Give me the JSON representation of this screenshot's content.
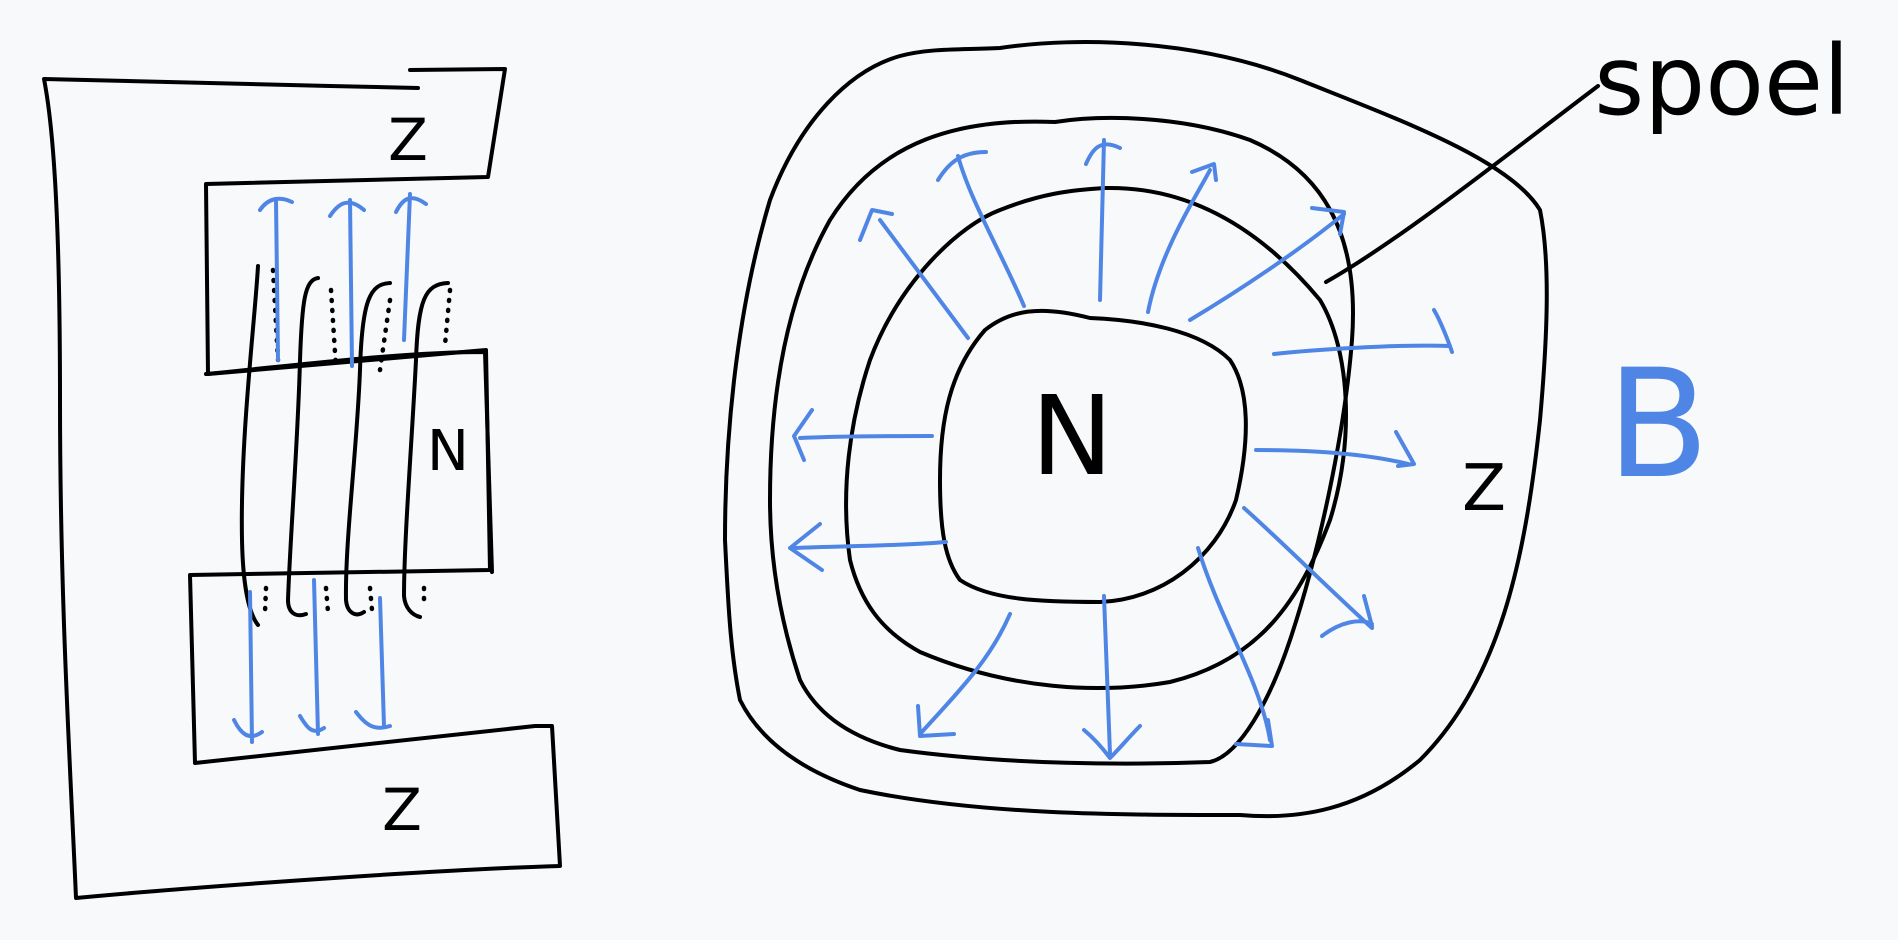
{
  "diagram": {
    "colors": {
      "ink": "#000000",
      "field": "#4f86e5",
      "background": "#f8f9fa"
    },
    "left_view": {
      "top_pole_label": "Z",
      "magnet_label": "N",
      "bottom_pole_label": "Z"
    },
    "right_view": {
      "center_label": "N",
      "outer_label": "Z",
      "coil_label": "spoel",
      "field_label": "B"
    }
  }
}
